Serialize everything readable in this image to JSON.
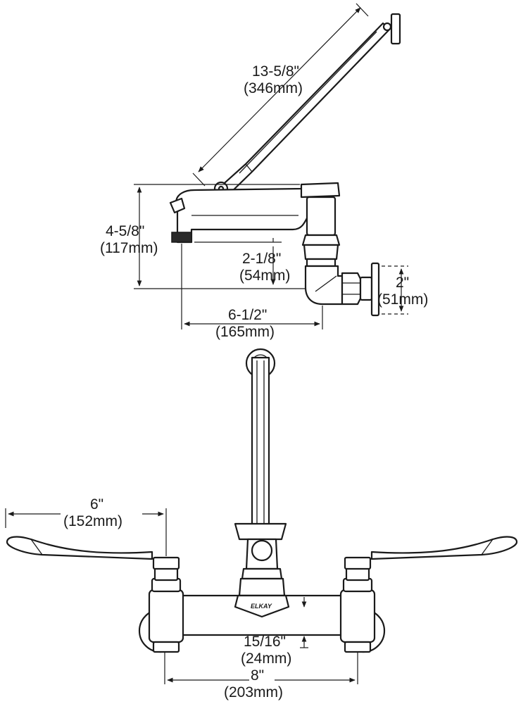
{
  "side_view": {
    "riser_length": {
      "imperial": "13-5/8\"",
      "metric": "(346mm)"
    },
    "overall_height": {
      "imperial": "4-5/8\"",
      "metric": "(117mm)"
    },
    "outlet_height": {
      "imperial": "2-1/8\"",
      "metric": "(54mm)"
    },
    "flange_height": {
      "imperial": "2\"",
      "metric": "(51mm)"
    },
    "spout_reach": {
      "imperial": "6-1/2\"",
      "metric": "(165mm)"
    }
  },
  "front_view": {
    "handle_length": {
      "imperial": "6\"",
      "metric": "(152mm)"
    },
    "body_offset": {
      "imperial": "15/16\"",
      "metric": "(24mm)"
    },
    "centers": {
      "imperial": "8\"",
      "metric": "(203mm)"
    },
    "brand_mark": "ELKAY"
  }
}
